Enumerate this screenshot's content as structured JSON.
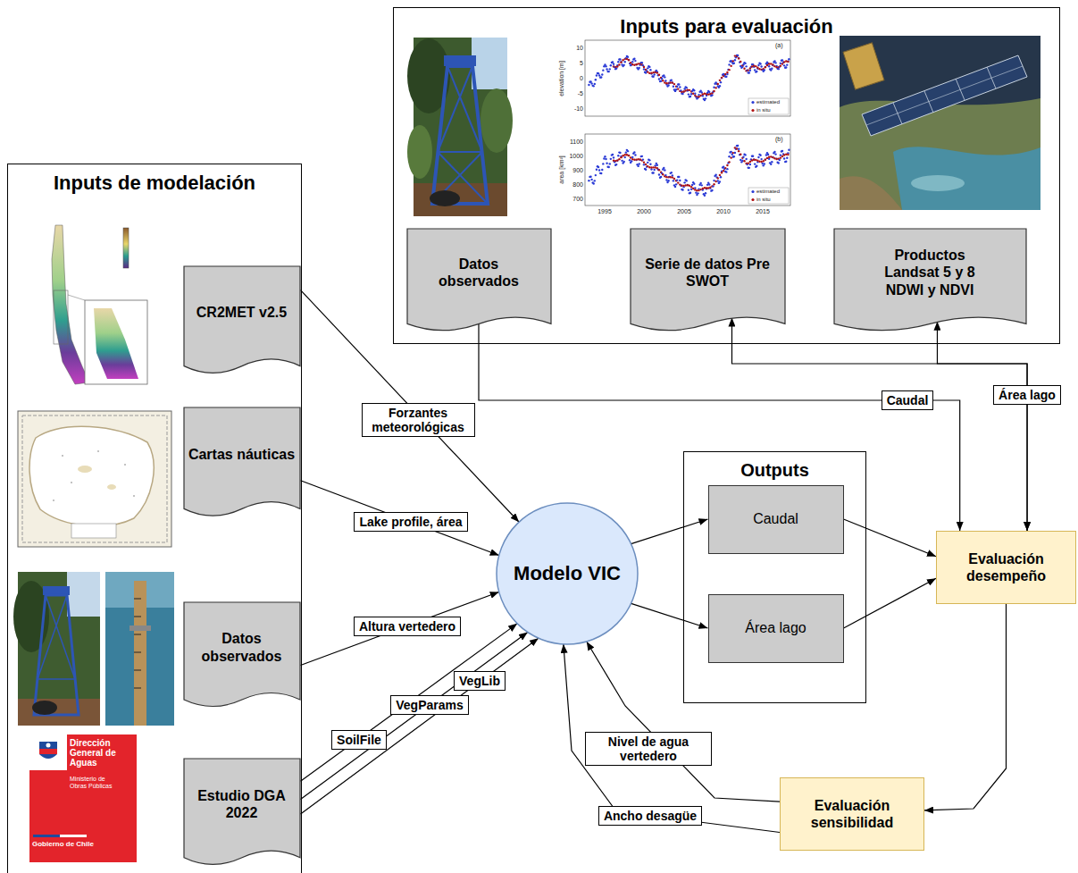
{
  "diagram": {
    "nodes": [
      {
        "text": [
          "Inputs para evaluación"
        ]
      },
      {
        "text": [
          "Datos observados"
        ],
        "in": 0
      },
      {
        "text": [
          "Serie de datos Pre SWOT"
        ],
        "in": 0
      },
      {
        "text": [
          "Productos Landsat 5 y 8 NDWI y NDVI"
        ],
        "in": 0
      },
      {
        "text": [
          "Inputs de modelación"
        ]
      },
      {
        "text": [
          "CR2MET v2.5"
        ],
        "in": 4
      },
      {
        "text": [
          "Cartas náuticas"
        ],
        "in": 4
      },
      {
        "text": [
          "Datos observados"
        ],
        "in": 4
      },
      {
        "text": [
          "Estudio DGA 2022"
        ],
        "in": 4
      },
      {
        "text": [
          "Modelo VIC"
        ]
      },
      {
        "text": [
          "Outputs"
        ]
      },
      {
        "text": [
          "Caudal"
        ],
        "in": 10
      },
      {
        "text": [
          "Área lago"
        ],
        "in": 10
      },
      {
        "text": [
          "Evaluación desempeño"
        ]
      },
      {
        "text": [
          "Evaluación sensibilidad"
        ]
      }
    ],
    "edges": [
      {
        "from": 5,
        "to": 9,
        "arrow": "to",
        "label": "Forzantes meteorológicas"
      },
      {
        "from": 6,
        "to": 9,
        "arrow": "to",
        "label": "Lake profile, área"
      },
      {
        "from": 7,
        "to": 9,
        "arrow": "to",
        "label": "Altura vertedero"
      },
      {
        "from": 8,
        "to": 9,
        "arrow": "to",
        "label": "SoilFile"
      },
      {
        "from": 8,
        "to": 9,
        "arrow": "to",
        "label": "VegParams"
      },
      {
        "from": 8,
        "to": 9,
        "arrow": "to",
        "label": "VegLib"
      },
      {
        "from": 9,
        "to": 11,
        "arrow": "to"
      },
      {
        "from": 9,
        "to": 12,
        "arrow": "to"
      },
      {
        "from": 11,
        "to": 13,
        "arrow": "to"
      },
      {
        "from": 12,
        "to": 13,
        "arrow": "to"
      },
      {
        "from": 1,
        "to": 13,
        "arrow": "to",
        "label": "Caudal"
      },
      {
        "from": 2,
        "to": 13,
        "arrow": "both"
      },
      {
        "from": 3,
        "to": 13,
        "arrow": "both",
        "label": "Área lago"
      },
      {
        "from": 13,
        "to": 14,
        "arrow": "to"
      },
      {
        "from": 14,
        "to": 9,
        "arrow": "to",
        "label": "Nivel de agua vertedero"
      },
      {
        "from": 14,
        "to": 9,
        "arrow": "to",
        "label": "Ancho desagüe"
      }
    ],
    "labels": [
      "(a)",
      "10",
      "5",
      "0",
      "-5",
      "-10",
      "elevation [m]",
      "estimated",
      "in situ",
      "(b)",
      "1100",
      "1000",
      "900",
      "800",
      "700",
      "area [km²]",
      "estimated",
      "in situ",
      "1995",
      "2000",
      "2005",
      "2010",
      "2015",
      "Dirección General de Aguas",
      "Ministerio de Obras Públicas",
      "Gobierno de Chile"
    ]
  }
}
